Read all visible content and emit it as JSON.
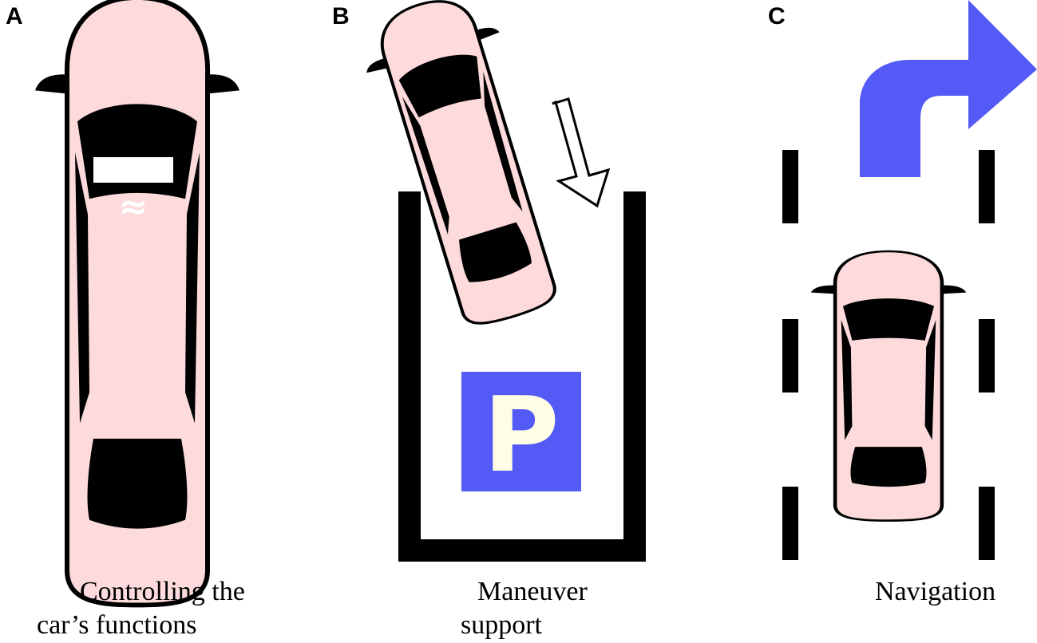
{
  "panels": [
    {
      "letter": "A",
      "caption_line1": "Controlling  the",
      "caption_line2": "car’s functions"
    },
    {
      "letter": "B",
      "caption_line1": "Maneuver",
      "caption_line2": "support"
    },
    {
      "letter": "C",
      "caption_line1": "Navigation",
      "caption_line2": ""
    }
  ],
  "parking_sign": {
    "text": "P"
  },
  "dashboard_symbol": "≈",
  "colors": {
    "car_body": "#FDDADB",
    "outline": "#000000",
    "window": "#000000",
    "sign_bg": "#535AF5",
    "sign_text": "#FFFDE4",
    "nav_arrow": "#535AF5"
  }
}
